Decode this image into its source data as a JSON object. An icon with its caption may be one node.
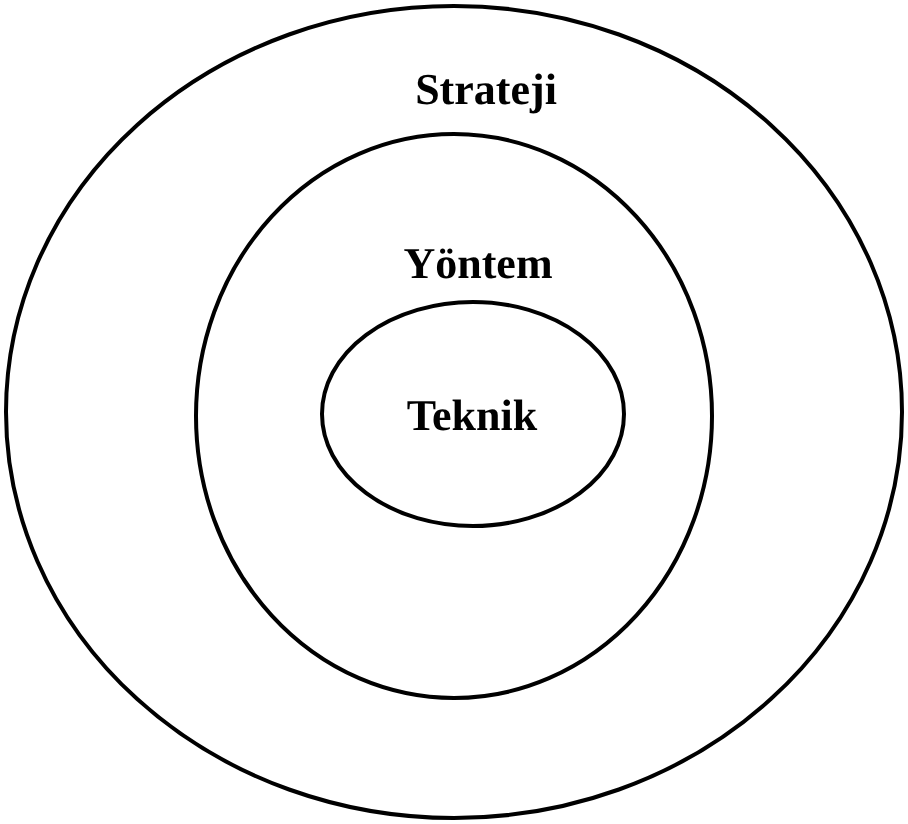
{
  "diagram": {
    "nodes": [
      {
        "text": [
          "Strateji"
        ]
      },
      {
        "text": [
          "Yöntem"
        ],
        "in": 0
      },
      {
        "text": [
          "Teknik"
        ],
        "in": 1
      }
    ]
  }
}
